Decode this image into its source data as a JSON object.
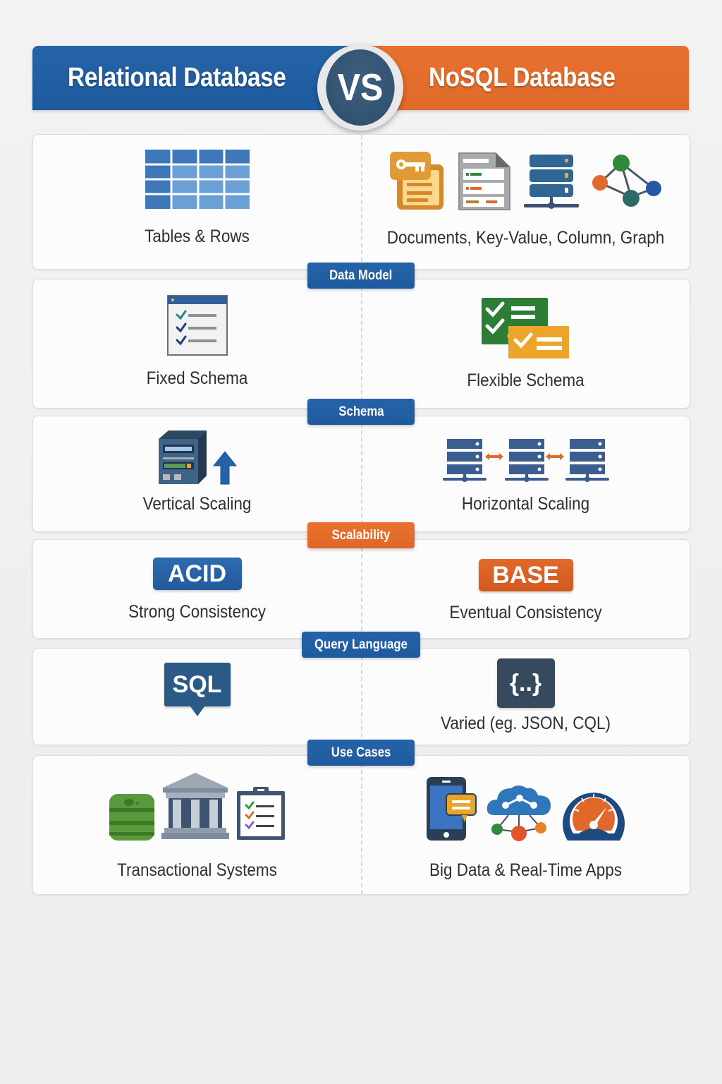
{
  "header": {
    "left_title": "Relational Database",
    "vs_label": "VS",
    "right_title": "NoSQL Database",
    "colors": {
      "relational": "#2563a8",
      "nosql": "#e8712e",
      "vs_circle": "#34546f"
    }
  },
  "rows": [
    {
      "category": "Data Model",
      "category_color": "blue",
      "relational": {
        "label": "Tables & Rows",
        "icons": [
          "table-grid-icon"
        ]
      },
      "nosql": {
        "label": "Documents, Key-Value, Column, Graph",
        "icons": [
          "key-value-icon",
          "document-icon",
          "column-store-icon",
          "graph-icon"
        ]
      }
    },
    {
      "category": "Schema",
      "category_color": "blue",
      "relational": {
        "label": "Fixed Schema",
        "icons": [
          "fixed-schema-checklist-icon"
        ]
      },
      "nosql": {
        "label": "Flexible Schema",
        "icons": [
          "flexible-schema-icon"
        ]
      }
    },
    {
      "category": "Scalability",
      "category_color": "orange",
      "relational": {
        "label": "Vertical Scaling",
        "icons": [
          "server-tower-icon",
          "arrow-up-icon"
        ]
      },
      "nosql": {
        "label": "Horizontal Scaling",
        "icons": [
          "server-cluster-icon"
        ]
      }
    },
    {
      "category": "Query Language",
      "category_color": "blue",
      "relational": {
        "label": "Strong Consistency",
        "badge": "ACID"
      },
      "nosql": {
        "label": "Eventual Consistency",
        "badge": "BASE"
      }
    },
    {
      "category": "Use Cases",
      "category_color": "blue",
      "relational": {
        "label": "",
        "badge": "SQL"
      },
      "nosql": {
        "label": "Varied (eg. JSON, CQL)",
        "badge": "{..}"
      }
    },
    {
      "category": "",
      "relational": {
        "label": "Transactional Systems",
        "icons": [
          "database-icon",
          "bank-icon",
          "clipboard-checklist-icon"
        ]
      },
      "nosql": {
        "label": "Big Data & Real-Time Apps",
        "icons": [
          "mobile-chat-icon",
          "cloud-network-icon",
          "speedometer-icon"
        ]
      }
    }
  ]
}
